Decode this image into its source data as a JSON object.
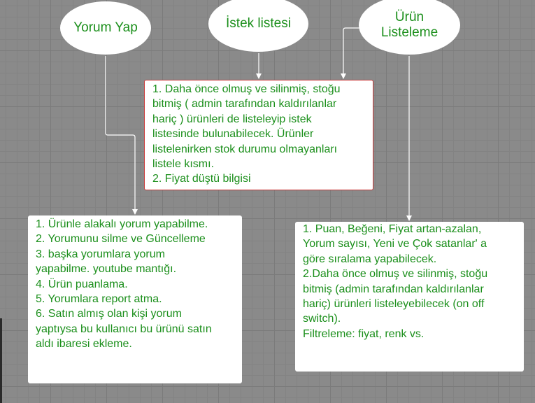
{
  "nodes": {
    "yorum_yap": "Yorum Yap",
    "istek_listesi": "İstek listesi",
    "urun_listeleme": "Ürün\nListeleme"
  },
  "boxes": {
    "wishlist": [
      "1. Daha önce olmuş ve silinmiş, stoğu",
      "bitmiş ( admin tarafından kaldırılanlar",
      "hariç ) ürünleri de listeleyip istek",
      "listesinde bulunabilecek. Ürünler",
      "listelenirken stok durumu olmayanları",
      "listele kısmı.",
      "2. Fiyat düştü bilgisi"
    ],
    "comments": [
      "1. Ürünle alakalı yorum yapabilme.",
      "2. Yorumunu silme ve Güncelleme",
      "3. başka yorumlara yorum",
      "yapabilme. youtube mantığı.",
      "4. Ürün puanlama.",
      "5. Yorumlara report atma.",
      "6. Satın almış olan kişi yorum",
      "yaptıysa bu kullanıcı bu ürünü satın",
      "aldı ibaresi ekleme."
    ],
    "listing": [
      "1. Puan, Beğeni, Fiyat artan-azalan,",
      "Yorum sayısı, Yeni ve Çok satanlar' a",
      "göre sıralama yapabilecek.",
      "2.Daha önce olmuş ve silinmiş, stoğu",
      "bitmiş (admin tarafından kaldırılanlar",
      "hariç) ürünleri listeleyebilecek (on off",
      "switch).",
      "Filtreleme:  fiyat, renk vs."
    ]
  },
  "colors": {
    "text": "#1b8f1b",
    "wishlist_border": "#c83a3a",
    "connector": "#ffffff"
  }
}
